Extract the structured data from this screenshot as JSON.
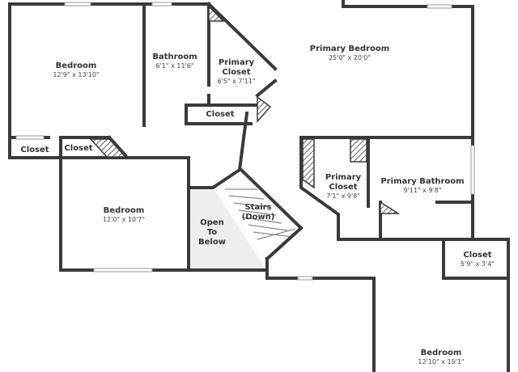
{
  "rooms": [
    {
      "id": "bedroom-1",
      "name": "Bedroom",
      "dims": "12'9\" x 13'10\""
    },
    {
      "id": "bathroom",
      "name": "Bathroom",
      "dims": "6'1\" x 11'6\""
    },
    {
      "id": "primary-closet-1",
      "name": "Primary\nCloset",
      "dims": "6'5\" x 7'11\""
    },
    {
      "id": "primary-bedroom",
      "name": "Primary Bedroom",
      "dims": "25'0\" x 20'0\""
    },
    {
      "id": "closet-1",
      "name": "Closet",
      "dims": ""
    },
    {
      "id": "closet-2",
      "name": "Closet",
      "dims": ""
    },
    {
      "id": "closet-3",
      "name": "Closet",
      "dims": ""
    },
    {
      "id": "bedroom-2",
      "name": "Bedroom",
      "dims": "12'0\" x 10'7\""
    },
    {
      "id": "open-to-below",
      "name": "Open\nTo\nBelow",
      "dims": ""
    },
    {
      "id": "stairs",
      "name": "Stairs\n(Down)",
      "dims": ""
    },
    {
      "id": "primary-closet-2",
      "name": "Primary\nCloset",
      "dims": "7'1\" x 9'8\""
    },
    {
      "id": "primary-bathroom",
      "name": "Primary Bathroom",
      "dims": "9'11\" x 9'8\""
    },
    {
      "id": "closet-4",
      "name": "Closet",
      "dims": "5'9\" x 3'4\""
    },
    {
      "id": "bedroom-3",
      "name": "Bedroom",
      "dims": "12'10\" x 15'1\""
    }
  ]
}
